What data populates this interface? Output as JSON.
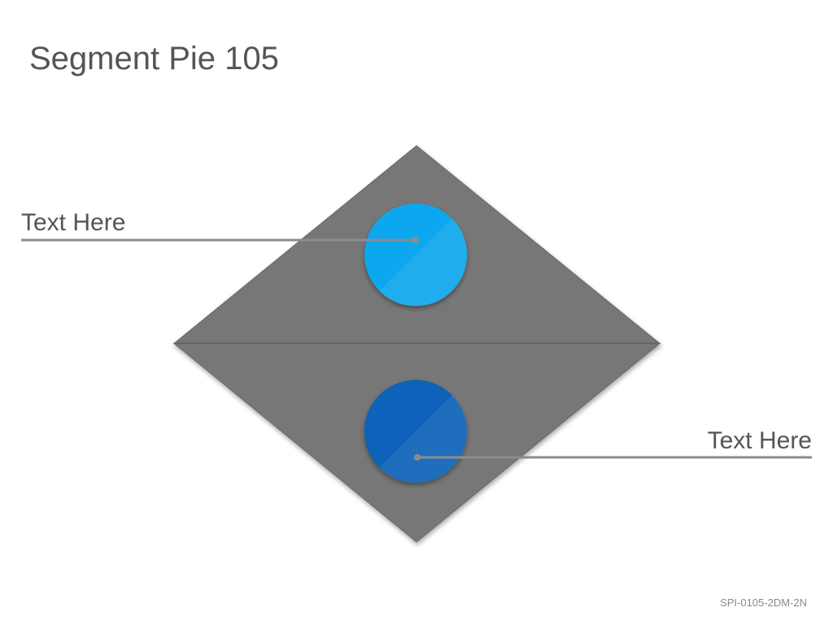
{
  "title": "Segment Pie 105",
  "colors": {
    "segment_fill": "#777777",
    "segment_edge": "#5f5f5f",
    "circle_top": "#0aa7ef",
    "circle_bottom": "#0762b9",
    "leader_line": "#8c8c8c",
    "text": "#555555"
  },
  "segments": [
    {
      "name": "top-segment",
      "label": "Text Here",
      "marker_color": "#0aa7ef",
      "icon": "circle-marker-icon"
    },
    {
      "name": "bottom-segment",
      "label": "Text Here",
      "marker_color": "#0762b9",
      "icon": "circle-marker-icon"
    }
  ],
  "footer": {
    "code": "SPI-0105-2DM-2N"
  }
}
